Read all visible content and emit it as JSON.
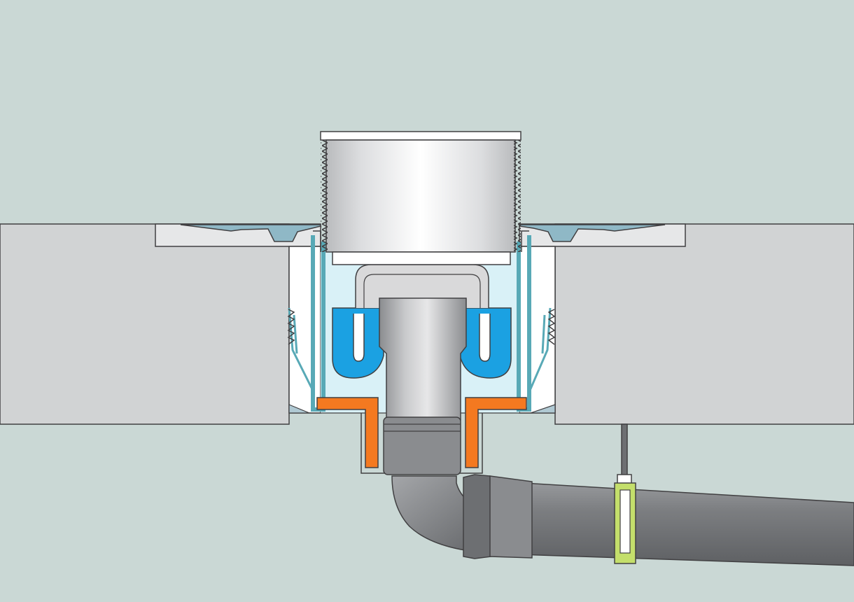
{
  "diagram": {
    "kind": "cross-section",
    "labels": [],
    "colors": {
      "background": "#cad8d5",
      "slab": "#d1d3d4",
      "outline": "#414042",
      "grating": "#e6e7e8",
      "water": "#1ba1e2",
      "seal": "#f47920",
      "drain_body": "#d9f1f7",
      "teal_frame": "#58a9b6",
      "pipe": "#808285",
      "clamp": "#c4df6b"
    },
    "components": [
      "floor-slab-left",
      "floor-slab-right",
      "screed-layer",
      "grating-top",
      "adjustable-grate-body",
      "drain-body",
      "water-trap",
      "outlet-spigot",
      "sealing-flange",
      "outlet-elbow",
      "drain-pipe",
      "pipe-clamp",
      "hanger-rod"
    ]
  }
}
